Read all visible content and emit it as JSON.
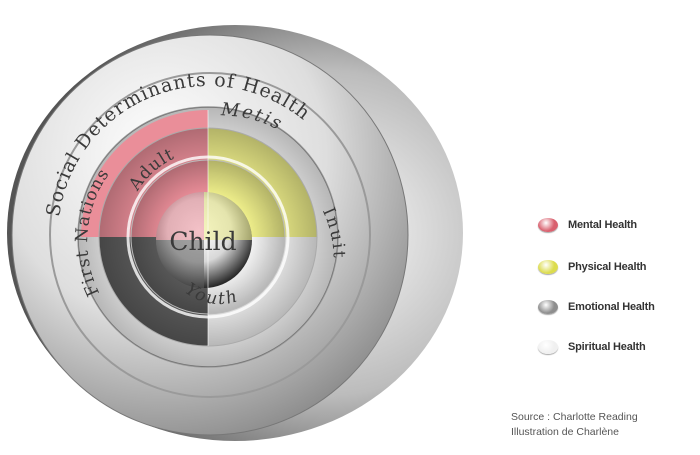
{
  "diagram": {
    "rings": {
      "outer": "Social Determinants of Health",
      "first_nations": "First Nations",
      "metis": "Metis",
      "inuit": "Inuit",
      "adult": "Adult",
      "youth": "Youth",
      "center": "Child"
    },
    "quadrant_colors": {
      "mental": "#ea8e99",
      "physical": "#eeee8a",
      "emotional": "#5d5d5d",
      "spiritual": "#f4f4f4"
    }
  },
  "legend": {
    "items": [
      {
        "label": "Mental Health",
        "color": "#d9606e"
      },
      {
        "label": "Physical Health",
        "color": "#dcdc4e"
      },
      {
        "label": "Emotional Health",
        "color": "#8e8e8e"
      },
      {
        "label": "Spiritual Health",
        "color": "#f0f0f0"
      }
    ]
  },
  "source": {
    "line1": "Source : Charlotte Reading",
    "line2": "Illustration de Charlène"
  }
}
